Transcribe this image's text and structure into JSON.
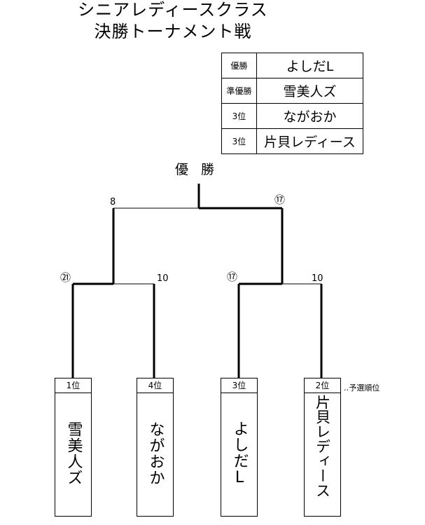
{
  "title": {
    "line1": "シニアレディースクラス",
    "line2": "決勝トーナメント戦"
  },
  "results": [
    {
      "rank": "優勝",
      "team": "よしだL"
    },
    {
      "rank": "準優勝",
      "team": "雪美人ズ"
    },
    {
      "rank": "3位",
      "team": "ながおか"
    },
    {
      "rank": "3位",
      "team": "片貝レディース"
    }
  ],
  "bracket": {
    "champion_label": "優 勝",
    "final": {
      "left_score": "8",
      "right_score": "⑰"
    },
    "semifinal_left": {
      "left_score": "㉑",
      "right_score": "10"
    },
    "semifinal_right": {
      "left_score": "⑰",
      "right_score": "10"
    }
  },
  "teams": [
    {
      "seed": "1位",
      "name": "雪美人ズ"
    },
    {
      "seed": "4位",
      "name": "ながおか"
    },
    {
      "seed": "3位",
      "name": "よしだL"
    },
    {
      "seed": "2位",
      "name": "片貝レディース"
    }
  ],
  "seed_note": "‥予選順位"
}
